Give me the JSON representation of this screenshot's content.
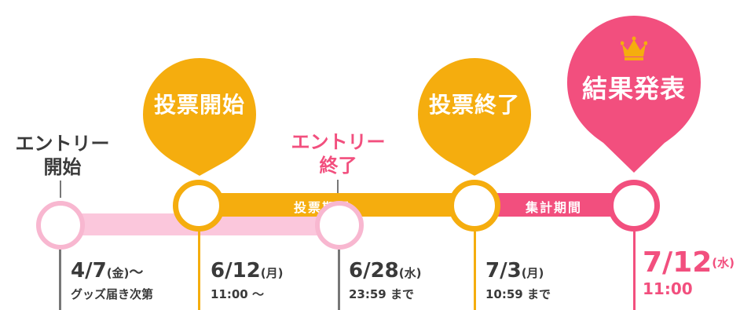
{
  "colors": {
    "orange": "#f5ad0e",
    "pink": "#f24f7e",
    "light_pink": "#fbc7dc",
    "light_pink_ring": "#f8b7d0",
    "text_dark": "#3a3a3a",
    "line_gray": "#777777"
  },
  "entry_start": {
    "label_line1": "エントリー",
    "label_line2": "開始"
  },
  "entry_end": {
    "label_line1": "エントリー",
    "label_line2": "終了"
  },
  "pins": {
    "vote_start": "投票開始",
    "vote_end": "投票終了",
    "result": "結果発表",
    "result_icon": "crown-icon"
  },
  "periods": {
    "voting": "投票期間",
    "tally": "集計期間"
  },
  "dates": [
    {
      "date": "4/7",
      "dow": "(金)",
      "suffix": "～",
      "sub": "グッズ届き次第"
    },
    {
      "date": "6/12",
      "dow": "(月)",
      "suffix": "",
      "sub": "11:00 ～"
    },
    {
      "date": "6/28",
      "dow": "(水)",
      "suffix": "",
      "sub": "23:59 まで"
    },
    {
      "date": "7/3",
      "dow": "(月)",
      "suffix": "",
      "sub": "10:59 まで"
    },
    {
      "date": "7/12",
      "dow": "(水)",
      "suffix": "",
      "sub": "11:00"
    }
  ]
}
